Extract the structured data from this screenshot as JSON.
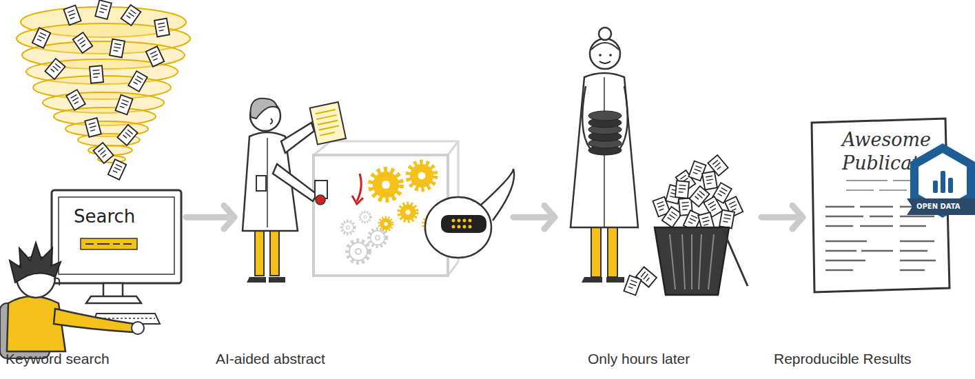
{
  "diagram": {
    "nodes": [
      {
        "text": [
          "Keyword search"
        ]
      },
      {
        "text": [
          "AI-aided abstract"
        ]
      },
      {
        "text": [
          "Only hours later"
        ]
      },
      {
        "text": [
          "Reproducible Results"
        ]
      }
    ],
    "edges": [
      {
        "from": 0,
        "to": 1,
        "arrow": "to"
      },
      {
        "from": 1,
        "to": 2,
        "arrow": "to"
      },
      {
        "from": 2,
        "to": 3,
        "arrow": "to"
      }
    ],
    "labels": [
      "Search",
      "Awesome Publication",
      "OPEN DATA"
    ]
  }
}
